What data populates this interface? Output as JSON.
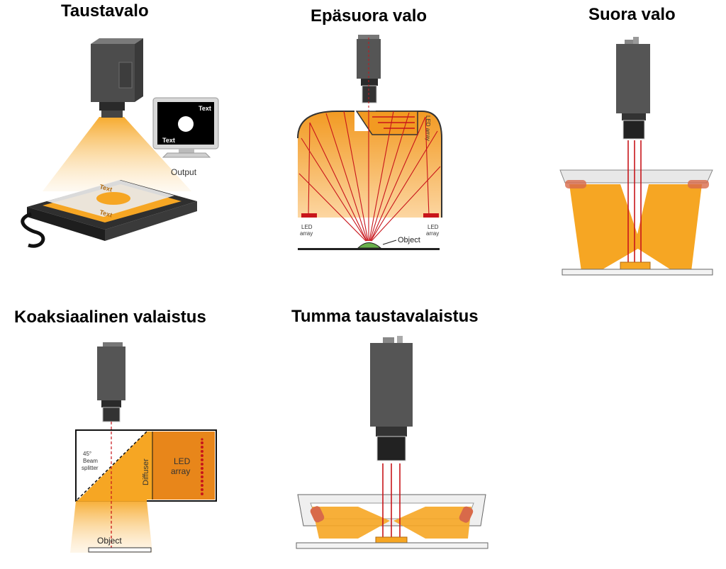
{
  "titles": {
    "backlight": "Taustavalo",
    "indirect": "Epäsuora valo",
    "direct": "Suora valo",
    "coaxial": "Koaksiaalinen valaistus",
    "darkfield": "Tumma taustavalaistus"
  },
  "labels": {
    "monitor_text_top": "Text",
    "monitor_text_bottom": "Text",
    "output": "Output",
    "plate_text_top": "Text",
    "plate_text_bottom": "Text",
    "led_array_top": "LED array",
    "led": "LED",
    "array": "array",
    "object": "Object",
    "beam_angle": "45°",
    "beam_word1": "Beam",
    "beam_word2": "splitter",
    "diffuser": "Diffuser",
    "coax_led": "LED",
    "coax_array": "array",
    "coax_object": "Object"
  },
  "colors": {
    "orange": "#f6a623",
    "orange_dark": "#e8861a",
    "camera": "#555555",
    "ray": "#c8151b"
  }
}
